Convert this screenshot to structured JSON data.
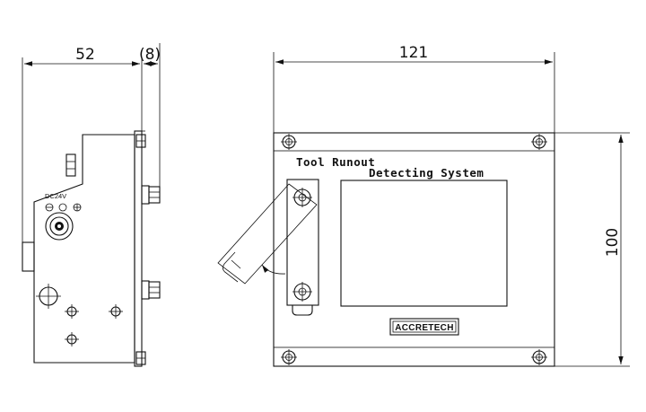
{
  "dimensions": {
    "side_depth": "52",
    "side_protrusion": "(8)",
    "front_width": "121",
    "front_height": "100"
  },
  "side_view": {
    "voltage_label": "DC24V"
  },
  "front_view": {
    "title_line1": "Tool Runout",
    "title_line2": "Detecting System",
    "logo": "ACCRETECH"
  }
}
